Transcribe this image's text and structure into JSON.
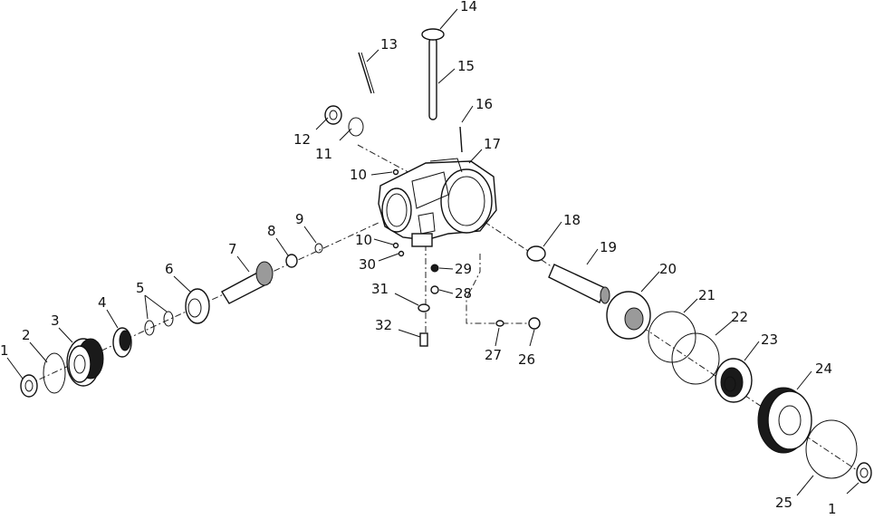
{
  "callouts": [
    {
      "id": "1a",
      "label": "1"
    },
    {
      "id": "2",
      "label": "2"
    },
    {
      "id": "3",
      "label": "3"
    },
    {
      "id": "4",
      "label": "4"
    },
    {
      "id": "5",
      "label": "5"
    },
    {
      "id": "6",
      "label": "6"
    },
    {
      "id": "7",
      "label": "7"
    },
    {
      "id": "8",
      "label": "8"
    },
    {
      "id": "9",
      "label": "9"
    },
    {
      "id": "10a",
      "label": "10"
    },
    {
      "id": "10b",
      "label": "10"
    },
    {
      "id": "11",
      "label": "11"
    },
    {
      "id": "12",
      "label": "12"
    },
    {
      "id": "13",
      "label": "13"
    },
    {
      "id": "14",
      "label": "14"
    },
    {
      "id": "15",
      "label": "15"
    },
    {
      "id": "16",
      "label": "16"
    },
    {
      "id": "17",
      "label": "17"
    },
    {
      "id": "18",
      "label": "18"
    },
    {
      "id": "19",
      "label": "19"
    },
    {
      "id": "20",
      "label": "20"
    },
    {
      "id": "21",
      "label": "21"
    },
    {
      "id": "22",
      "label": "22"
    },
    {
      "id": "23",
      "label": "23"
    },
    {
      "id": "24",
      "label": "24"
    },
    {
      "id": "25",
      "label": "25"
    },
    {
      "id": "1b",
      "label": "1"
    },
    {
      "id": "26",
      "label": "26"
    },
    {
      "id": "27",
      "label": "27"
    },
    {
      "id": "28",
      "label": "28"
    },
    {
      "id": "29",
      "label": "29"
    },
    {
      "id": "30",
      "label": "30"
    },
    {
      "id": "31",
      "label": "31"
    },
    {
      "id": "32",
      "label": "32"
    }
  ]
}
